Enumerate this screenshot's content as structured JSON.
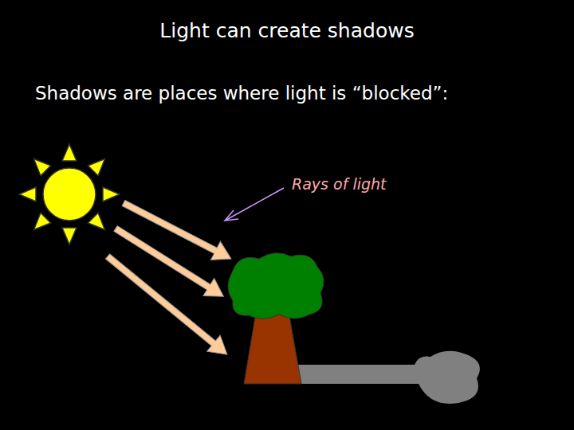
{
  "diagram": {
    "title": "Light can create shadows",
    "labels": [
      "Shadows are places where light is “blocked”:",
      "Rays of light"
    ]
  }
}
